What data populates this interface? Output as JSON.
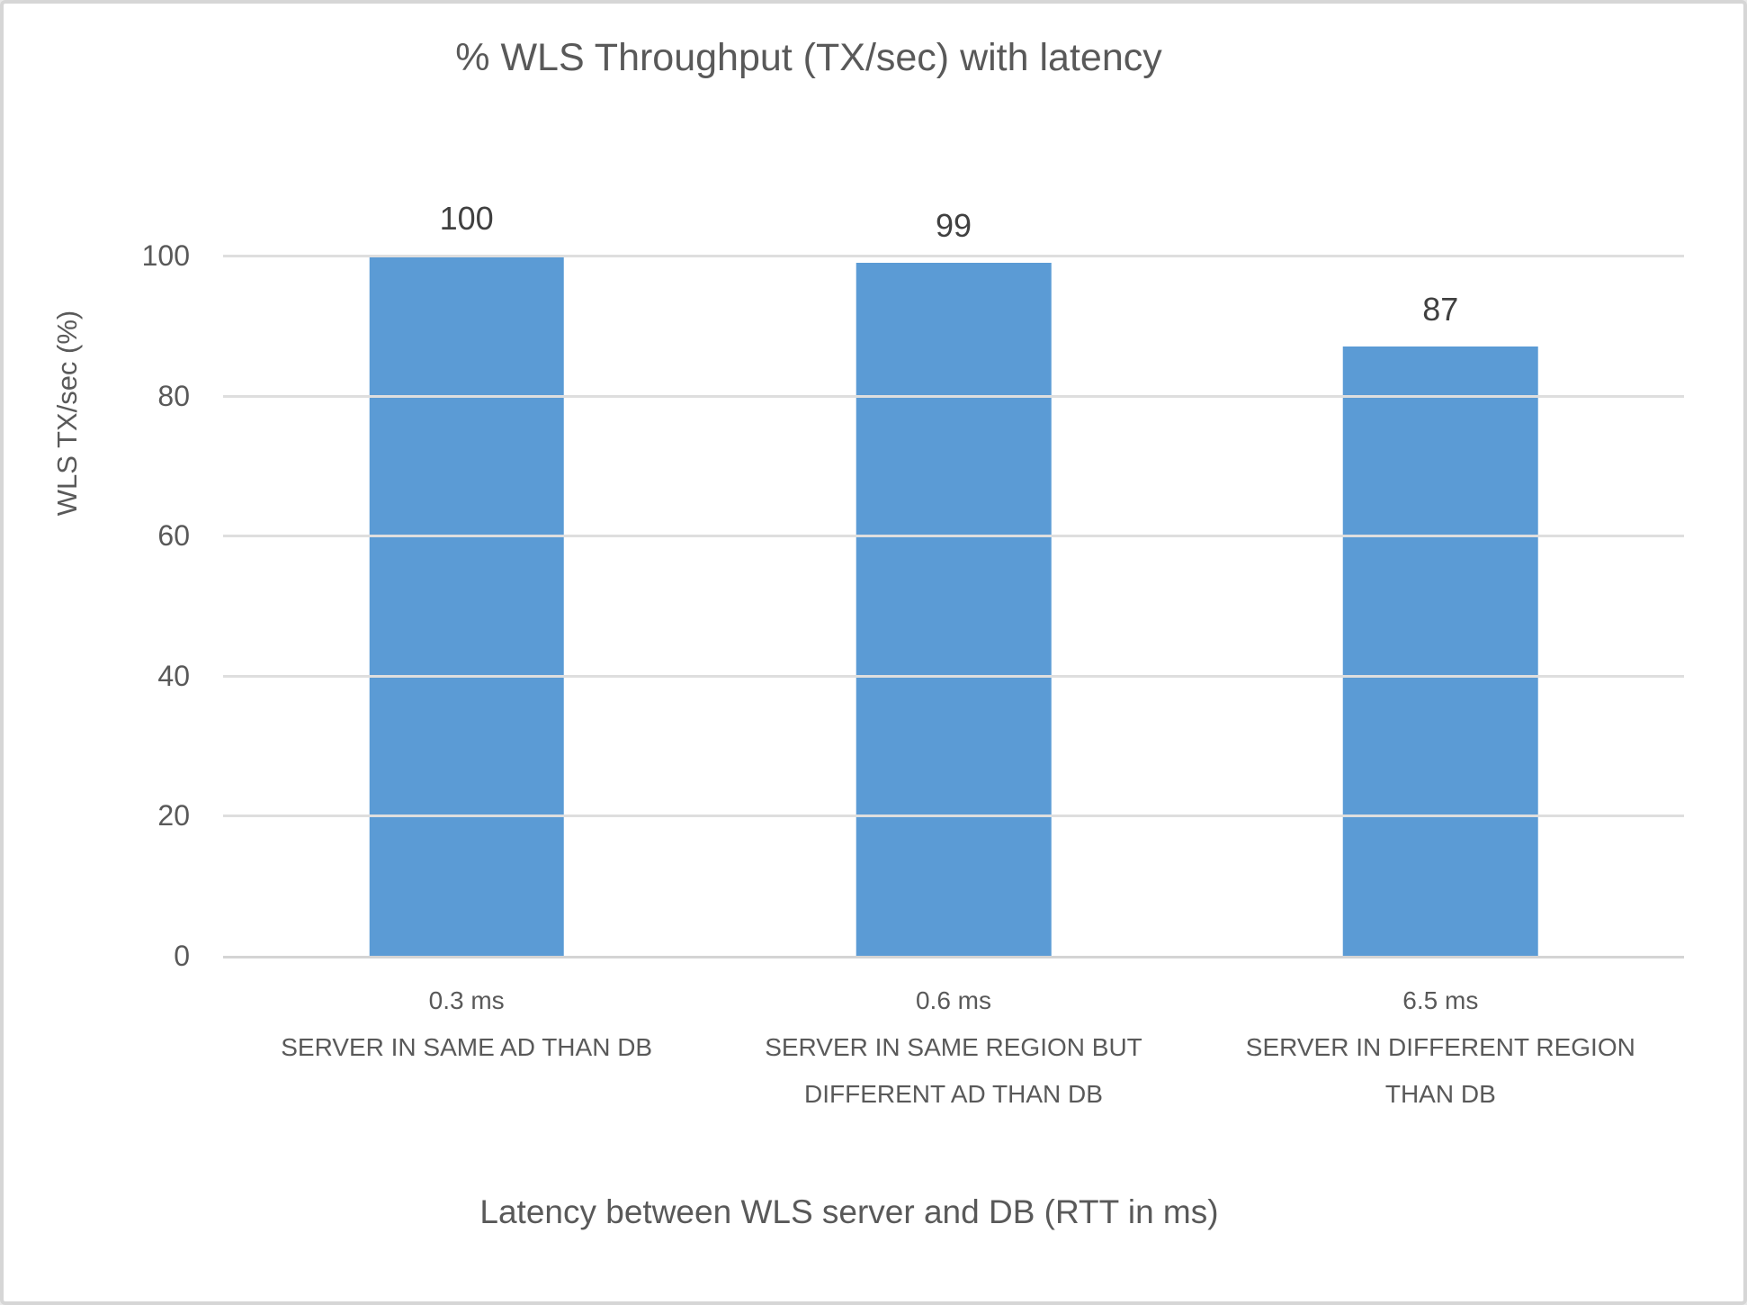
{
  "chart_data": {
    "type": "bar",
    "title": "% WLS Throughput (TX/sec) with latency",
    "xlabel": "Latency between WLS server and DB (RTT in ms)",
    "ylabel": "WLS TX/sec (%)",
    "ylim": [
      0,
      100
    ],
    "yticks": [
      0,
      20,
      40,
      60,
      80,
      100
    ],
    "grid": "horizontal",
    "legend": "none",
    "bar_color": "#5B9BD5",
    "categories": [
      {
        "latency": "0.3 ms",
        "description": "SERVER IN SAME AD THAN DB",
        "description_lines": [
          "SERVER IN SAME AD THAN DB"
        ]
      },
      {
        "latency": "0.6 ms",
        "description": "SERVER IN SAME REGION BUT DIFFERENT AD THAN DB",
        "description_lines": [
          "SERVER IN SAME REGION BUT",
          "DIFFERENT AD THAN DB"
        ]
      },
      {
        "latency": "6.5 ms",
        "description": "SERVER IN DIFFERENT REGION THAN DB",
        "description_lines": [
          "SERVER IN DIFFERENT REGION",
          "THAN DB"
        ]
      }
    ],
    "values": [
      100,
      99,
      87
    ],
    "data_labels": [
      "100",
      "99",
      "87"
    ]
  },
  "colors": {
    "axis_text": "#595959",
    "data_label_text": "#404040",
    "gridline": "#dedede",
    "axis_line": "#d4d4d4",
    "frame_border": "#d6d6d6",
    "background": "#ffffff"
  }
}
